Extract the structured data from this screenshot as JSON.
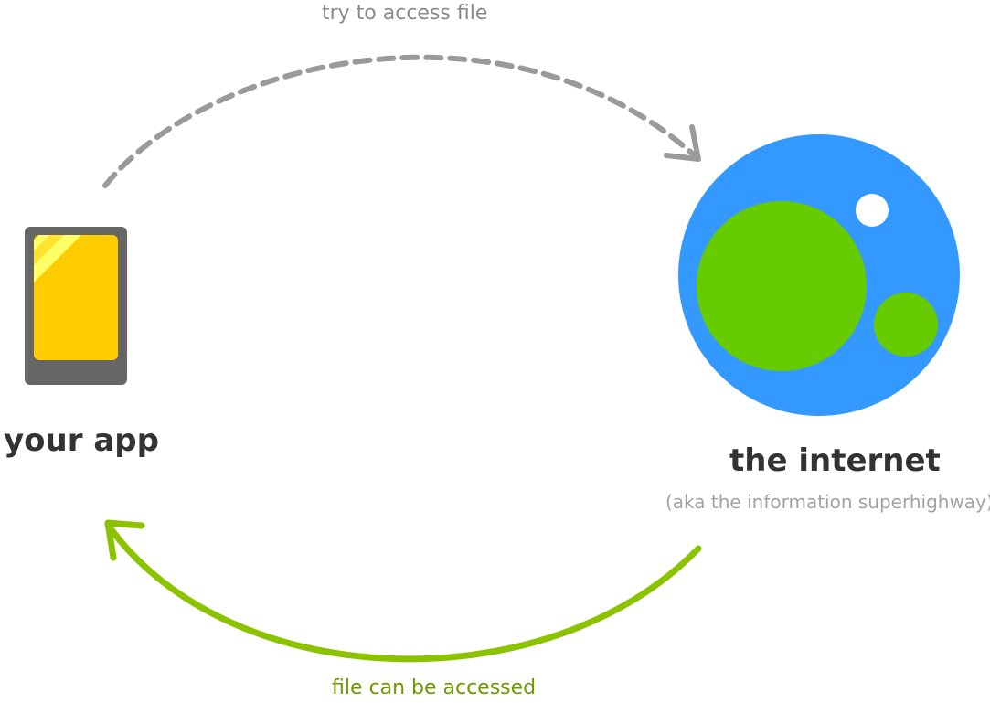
{
  "arrows": {
    "request_label": "try to access file",
    "response_label": "file can be accessed"
  },
  "app": {
    "label": "your app",
    "icon": "phone-icon"
  },
  "internet": {
    "label": "the internet",
    "sublabel": "(aka the information superhighway)",
    "icon": "globe-icon"
  },
  "colors": {
    "request_arrow": "#9a9a9a",
    "response_arrow": "#8cc300",
    "phone_body": "#666666",
    "phone_screen": "#ffcc00",
    "phone_glare": "#ffff66",
    "globe_ocean": "#3399ff",
    "globe_land": "#66cc00"
  }
}
